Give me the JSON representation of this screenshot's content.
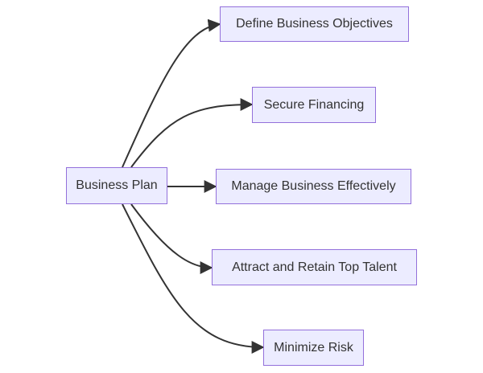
{
  "colors": {
    "node_fill": "#ECECFF",
    "node_border": "#9370DB",
    "edge": "#333333",
    "text": "#333333"
  },
  "root": {
    "label": "Business Plan"
  },
  "children": [
    {
      "label": "Define Business Objectives"
    },
    {
      "label": "Secure Financing"
    },
    {
      "label": "Manage Business Effectively"
    },
    {
      "label": "Attract and Retain Top Talent"
    },
    {
      "label": "Minimize Risk"
    }
  ],
  "edges": [
    {
      "from": "Business Plan",
      "to": "Define Business Objectives"
    },
    {
      "from": "Business Plan",
      "to": "Secure Financing"
    },
    {
      "from": "Business Plan",
      "to": "Manage Business Effectively"
    },
    {
      "from": "Business Plan",
      "to": "Attract and Retain Top Talent"
    },
    {
      "from": "Business Plan",
      "to": "Minimize Risk"
    }
  ]
}
